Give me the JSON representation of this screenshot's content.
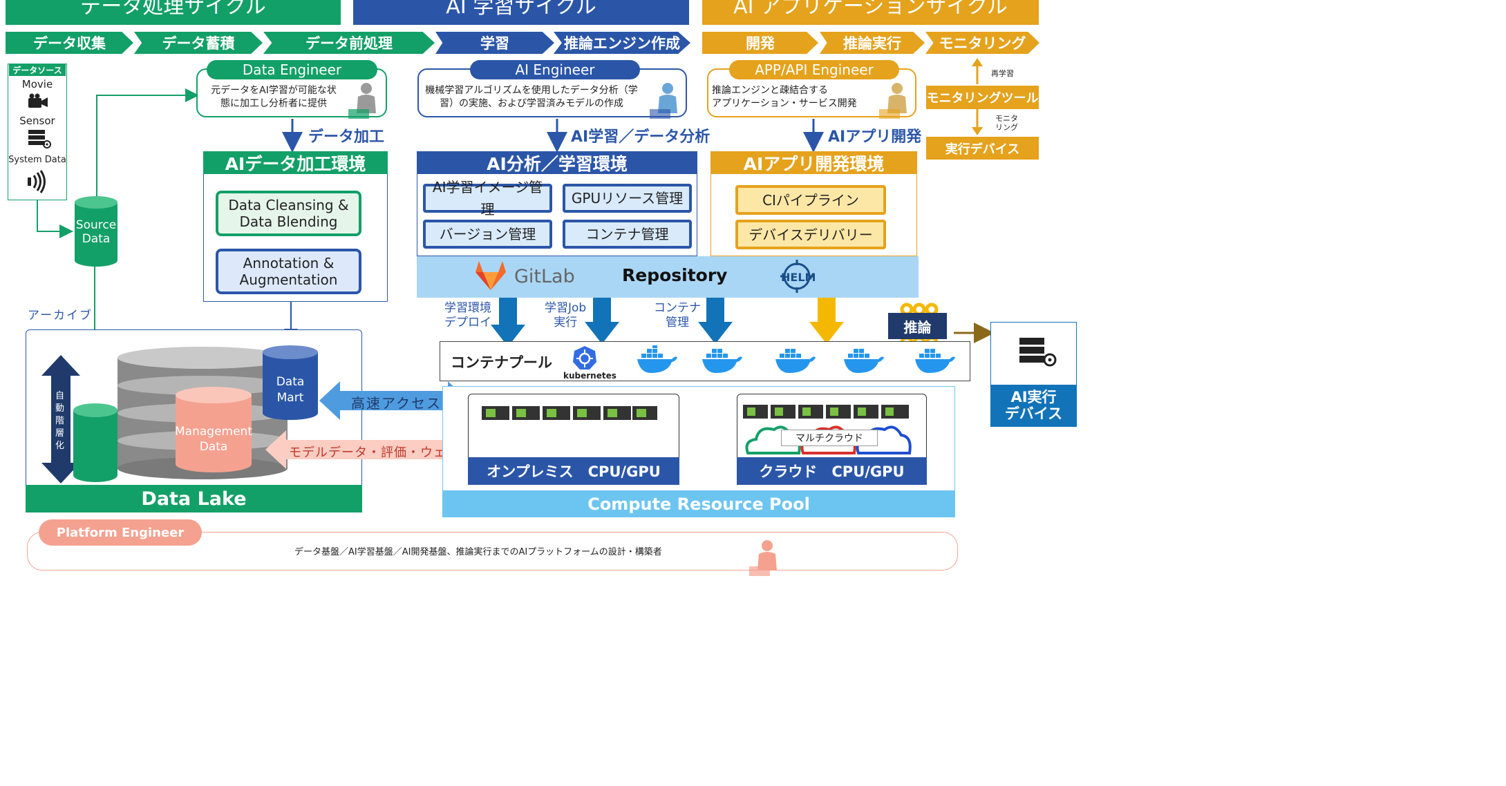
{
  "top_banner": {
    "sections": [
      "データ処理サイクル",
      "AI 学習サイクル",
      "AI アプリケーションサイクル"
    ]
  },
  "process_steps": [
    "データ収集",
    "データ蓄積",
    "データ前処理",
    "学習",
    "推論エンジン作成",
    "開発",
    "推論実行",
    "モニタリング"
  ],
  "data_sources": {
    "title": "データソース",
    "items": [
      "Movie",
      "Sensor",
      "System Data"
    ]
  },
  "source_data": {
    "label": "Source\nData"
  },
  "archive_label": "アーカイブ",
  "roles": {
    "data_engineer": {
      "title": "Data Engineer",
      "desc": "元データをAI学習が可能な状\n態に加工し分析者に提供"
    },
    "ai_engineer": {
      "title": "AI  Engineer",
      "desc": "機械学習アルゴリズムを使用したデータ分析（学\n習）の実施、および学習済みモデルの作成"
    },
    "app_engineer": {
      "title": "APP/API Engineer",
      "desc": "推論エンジンと疎結合する\nアプリケーション・サービス開発"
    },
    "platform_engineer": {
      "title": "Platform Engineer",
      "desc": "データ基盤／AI学習基盤／AI開発基盤、推論実行までのAIプラットフォームの設計・構築者"
    }
  },
  "flow_labels": [
    "データ加工",
    "AI学習／データ分析",
    "AIアプリ開発"
  ],
  "monitoring": {
    "relearn": "再学習",
    "tool": "モニタリングツール",
    "monitor": "モニタ\nリング",
    "device": "実行デバイス"
  },
  "envs": {
    "data_proc": {
      "title": "AIデータ加工環境",
      "modules": [
        "Data Cleansing &\nData Blending",
        "Annotation &\nAugmentation"
      ]
    },
    "ai_learn": {
      "title": "AI分析／学習環境",
      "modules": [
        "AI学習イメージ管理",
        "GPUリソース管理",
        "バージョン管理",
        "コンテナ管理"
      ]
    },
    "app_dev": {
      "title": "AIアプリ開発環境",
      "modules": [
        "CIパイプライン",
        "デバイスデリバリー"
      ]
    }
  },
  "repository": {
    "gitlab": "GitLab",
    "label": "Repository",
    "helm": "HELM"
  },
  "deploy_labels": [
    "学習環境\nデプロイ",
    "学習Job\n実行",
    "コンテナ\n管理"
  ],
  "inference": "推論",
  "container_pool": {
    "label": "コンテナプール",
    "kubernetes": "kubernetes"
  },
  "ai_device": {
    "label": "AI実行\nデバイス"
  },
  "data_lake": {
    "title": "Data Lake",
    "tiering": "自動階層化",
    "data_mart": "Data\nMart",
    "management": "Management\nData"
  },
  "access_labels": [
    "高速アクセス",
    "モデルデータ・評価・ウェイト"
  ],
  "compute": {
    "title": "Compute Resource Pool",
    "onprem": "オンプレミス　CPU/GPU",
    "cloud": "クラウド　CPU/GPU",
    "multicloud": "マルチクラウド"
  },
  "colors": {
    "green": "#13a068",
    "blue": "#2b56a8",
    "gold": "#e5a21c",
    "lightblue": "#a9d6f5",
    "navy": "#1f3a6b",
    "salmon": "#f5a190",
    "teal": "#1273b8"
  }
}
